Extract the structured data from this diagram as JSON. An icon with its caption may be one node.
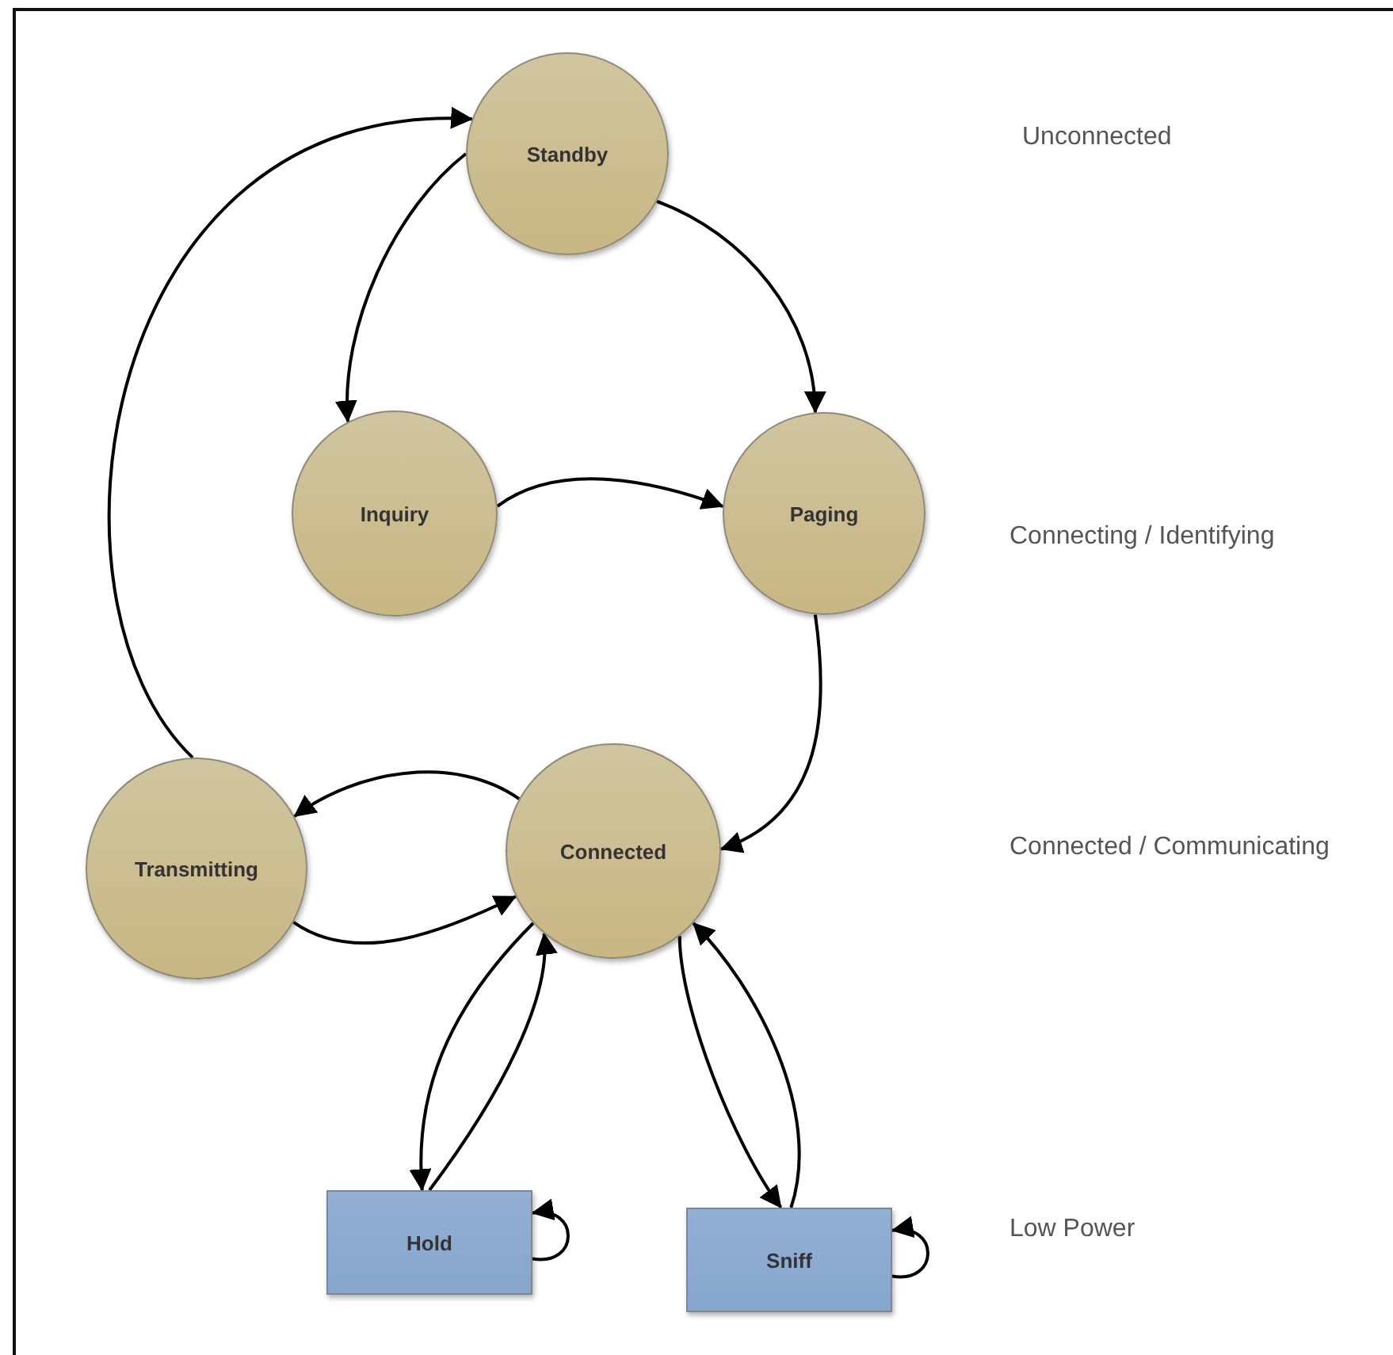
{
  "diagram": {
    "nodes": [
      {
        "text": [
          "Standby"
        ]
      },
      {
        "text": [
          "Inquiry"
        ]
      },
      {
        "text": [
          "Paging"
        ]
      },
      {
        "text": [
          "Transmitting"
        ]
      },
      {
        "text": [
          "Connected"
        ]
      },
      {
        "text": [
          "Hold"
        ]
      },
      {
        "text": [
          "Sniff"
        ]
      }
    ],
    "edges": [
      {
        "from": 0,
        "to": 1,
        "arrow": "to"
      },
      {
        "from": 0,
        "to": 2,
        "arrow": "to"
      },
      {
        "from": 1,
        "to": 2,
        "arrow": "to"
      },
      {
        "from": 2,
        "to": 4,
        "arrow": "to"
      },
      {
        "from": 3,
        "to": 0,
        "arrow": "to"
      },
      {
        "from": 4,
        "to": 3,
        "arrow": "to"
      },
      {
        "from": 3,
        "to": 4,
        "arrow": "to"
      },
      {
        "from": 4,
        "to": 5,
        "arrow": "to"
      },
      {
        "from": 5,
        "to": 4,
        "arrow": "to"
      },
      {
        "from": 4,
        "to": 6,
        "arrow": "to"
      },
      {
        "from": 6,
        "to": 4,
        "arrow": "to"
      },
      {
        "from": 5,
        "to": 5,
        "arrow": "to"
      },
      {
        "from": 6,
        "to": 6,
        "arrow": "to"
      }
    ],
    "labels": [
      "Unconnected",
      "Connecting / Identifying",
      "Connected / Communicating",
      "Low Power"
    ]
  }
}
